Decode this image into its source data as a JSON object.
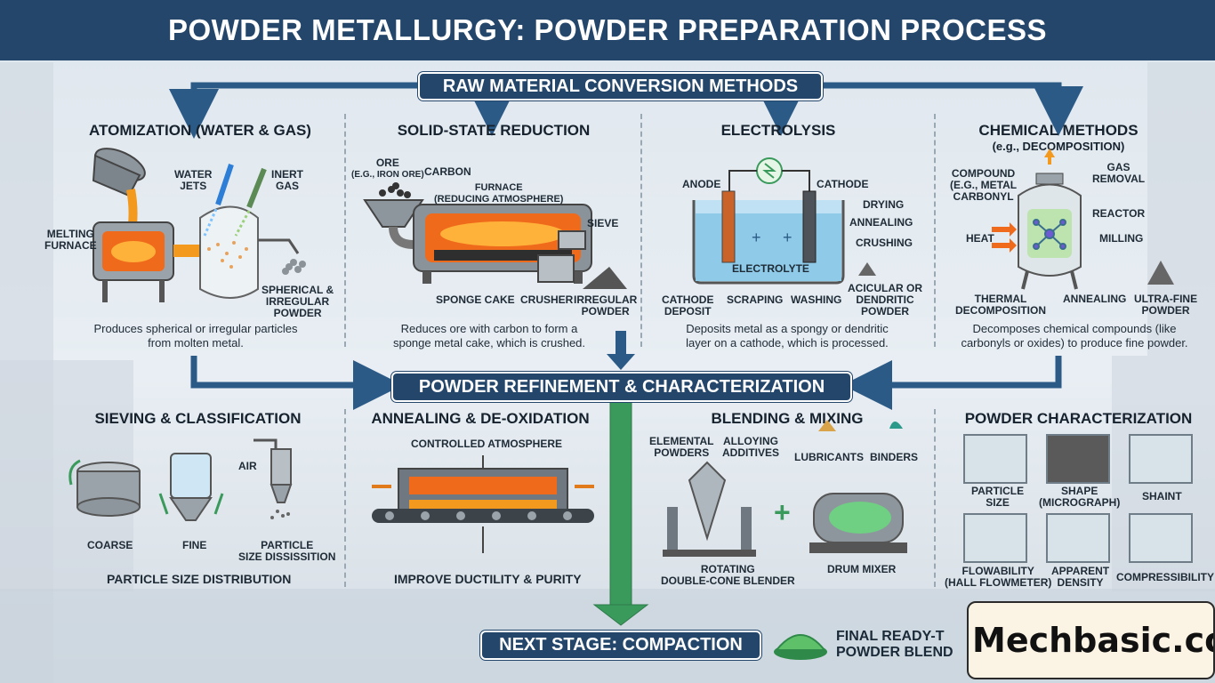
{
  "title": "POWDER METALLURGY: POWDER PREPARATION PROCESS",
  "raw_methods_banner": "RAW MATERIAL CONVERSION METHODS",
  "refinement_banner": "POWDER REFINEMENT & CHARACTERIZATION",
  "next_stage_banner": "NEXT STAGE: COMPACTION",
  "final_label": [
    "FINAL READY-T",
    "POWDER BLEND"
  ],
  "watermark": "Mechbasic.com",
  "atomization": {
    "title": "ATOMIZATION (WATER & GAS)",
    "labels": {
      "water_jets": [
        "WATER",
        "JETS"
      ],
      "inert_gas": [
        "INERT",
        "GAS"
      ],
      "melting_furnace": [
        "MELTING",
        "FURNACE"
      ],
      "powder": [
        "SPHERICAL &",
        "IRREGULAR",
        "POWDER"
      ]
    },
    "description": [
      "Produces spherical or irregular particles",
      "from molten metal."
    ]
  },
  "solid_state": {
    "title": "SOLID-STATE REDUCTION",
    "labels": {
      "ore": [
        "ORE",
        "(e.g., IRON ORE)"
      ],
      "carbon": "CARBON",
      "furnace": [
        "FURNACE",
        "(REDUCING ATMOSPHERE)"
      ],
      "sieve": "SIEVE",
      "sponge_cake": "SPONGE CAKE",
      "crusher": "CRUSHER",
      "irregular": [
        "IRREGULAR",
        "POWDER"
      ]
    },
    "description": [
      "Reduces ore with carbon to form a",
      "sponge metal cake, which is crushed."
    ]
  },
  "electrolysis": {
    "title": "ELECTROLYSIS",
    "labels": {
      "anode": "ANODE",
      "cathode": "CATHODE",
      "electrolyte": "ELECTROLYTE",
      "cathode_deposit": [
        "CATHODE",
        "DEPOSIT"
      ],
      "scraping": "SCRAPING",
      "washing": "WASHING",
      "drying": "DRYING",
      "annealing": "ANNEALING",
      "crushing": "CRUSHING",
      "powder": [
        "ACICULAR OR",
        "DENDRITIC",
        "POWDER"
      ]
    },
    "description": [
      "Deposits metal as a spongy or dendritic",
      "layer on a cathode, which is processed."
    ]
  },
  "chemical": {
    "title": "CHEMICAL METHODS",
    "subtitle": "(e.g., DECOMPOSITION)",
    "labels": {
      "compound": [
        "COMPOUND",
        "(e.g., METAL",
        "CARBONYL"
      ],
      "gas_removal": [
        "GAS",
        "REMOVAL"
      ],
      "reactor": "REACTOR",
      "heat": "HEAT",
      "milling": "MILLING",
      "thermal": [
        "THERMAL",
        "DECOMPOSITION"
      ],
      "annealing": "ANNEALING",
      "ultra_fine": [
        "ULTRA-FINE",
        "POWDER"
      ]
    },
    "description": [
      "Decomposes chemical compounds (like",
      "carbonyls or oxides) to produce fine powder."
    ]
  },
  "sieving": {
    "title": "SIEVING & CLASSIFICATION",
    "labels": {
      "air": "AIR",
      "coarse": "COARSE",
      "fine": "FINE",
      "particle": [
        "PARTICLE",
        "SIZE DISSISSITION"
      ]
    },
    "summary": "PARTICLE SIZE DISTRIBUTION"
  },
  "annealing": {
    "title": "ANNEALING & DE-OXIDATION",
    "labels": {
      "controlled": "CONTROLLED ATMOSPHERE"
    },
    "summary": "IMPROVE DUCTILITY & PURITY"
  },
  "blending": {
    "title": "BLENDING & MIXING",
    "labels": {
      "elemental": [
        "ELEMENTAL",
        "POWDERS"
      ],
      "alloying": [
        "ALLOYING",
        "ADDITIVES"
      ],
      "lubricants": "LUBRICANTS",
      "binders": "BINDERS",
      "rotating": [
        "ROTATING",
        "DOUBLE-CONE BLENDER"
      ],
      "drum": "DRUM MIXER"
    }
  },
  "characterization": {
    "title": "POWDER CHARACTERIZATION",
    "tiles": [
      [
        "PARTICLE",
        "SIZE"
      ],
      [
        "SHAPE",
        "(MICROGRAPH)"
      ],
      [
        "SHAINT"
      ],
      [
        "FLOWABILITY",
        "(HALL FLOWMETER)"
      ],
      [
        "APPARENT",
        "DENSITY"
      ],
      [
        "COMPRESSIBILITY"
      ]
    ]
  },
  "colors": {
    "navy": "#24466b",
    "arrow_blue": "#2b5a86",
    "arrow_green": "#3a9a5c",
    "molten": "#f39a1e",
    "furnace_glow": "#f06a1c"
  }
}
